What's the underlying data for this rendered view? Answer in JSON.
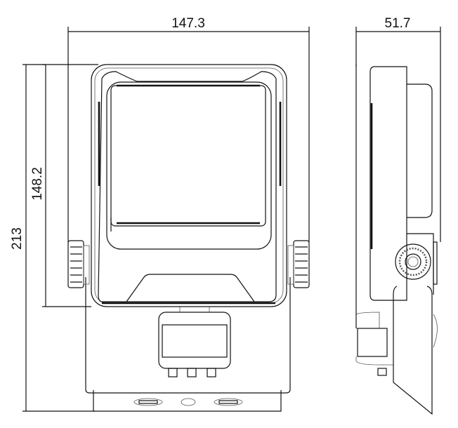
{
  "drawing": {
    "dimensions": {
      "front_width": "147.3",
      "side_depth": "51.7",
      "body_height": "148.2",
      "total_height": "213"
    }
  }
}
